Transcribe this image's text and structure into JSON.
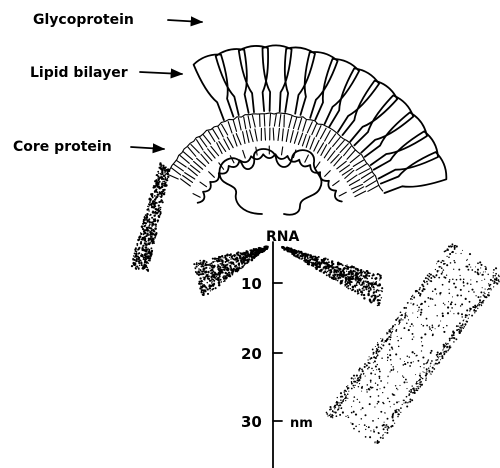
{
  "labels": {
    "glycoprotein": "Glycoprotein",
    "lipid_bilayer": "Lipid bilayer",
    "core_protein": "Core protein",
    "rna": "RNA"
  },
  "scale": {
    "ticks": [
      "10",
      "20",
      "30"
    ],
    "unit": "nm"
  }
}
